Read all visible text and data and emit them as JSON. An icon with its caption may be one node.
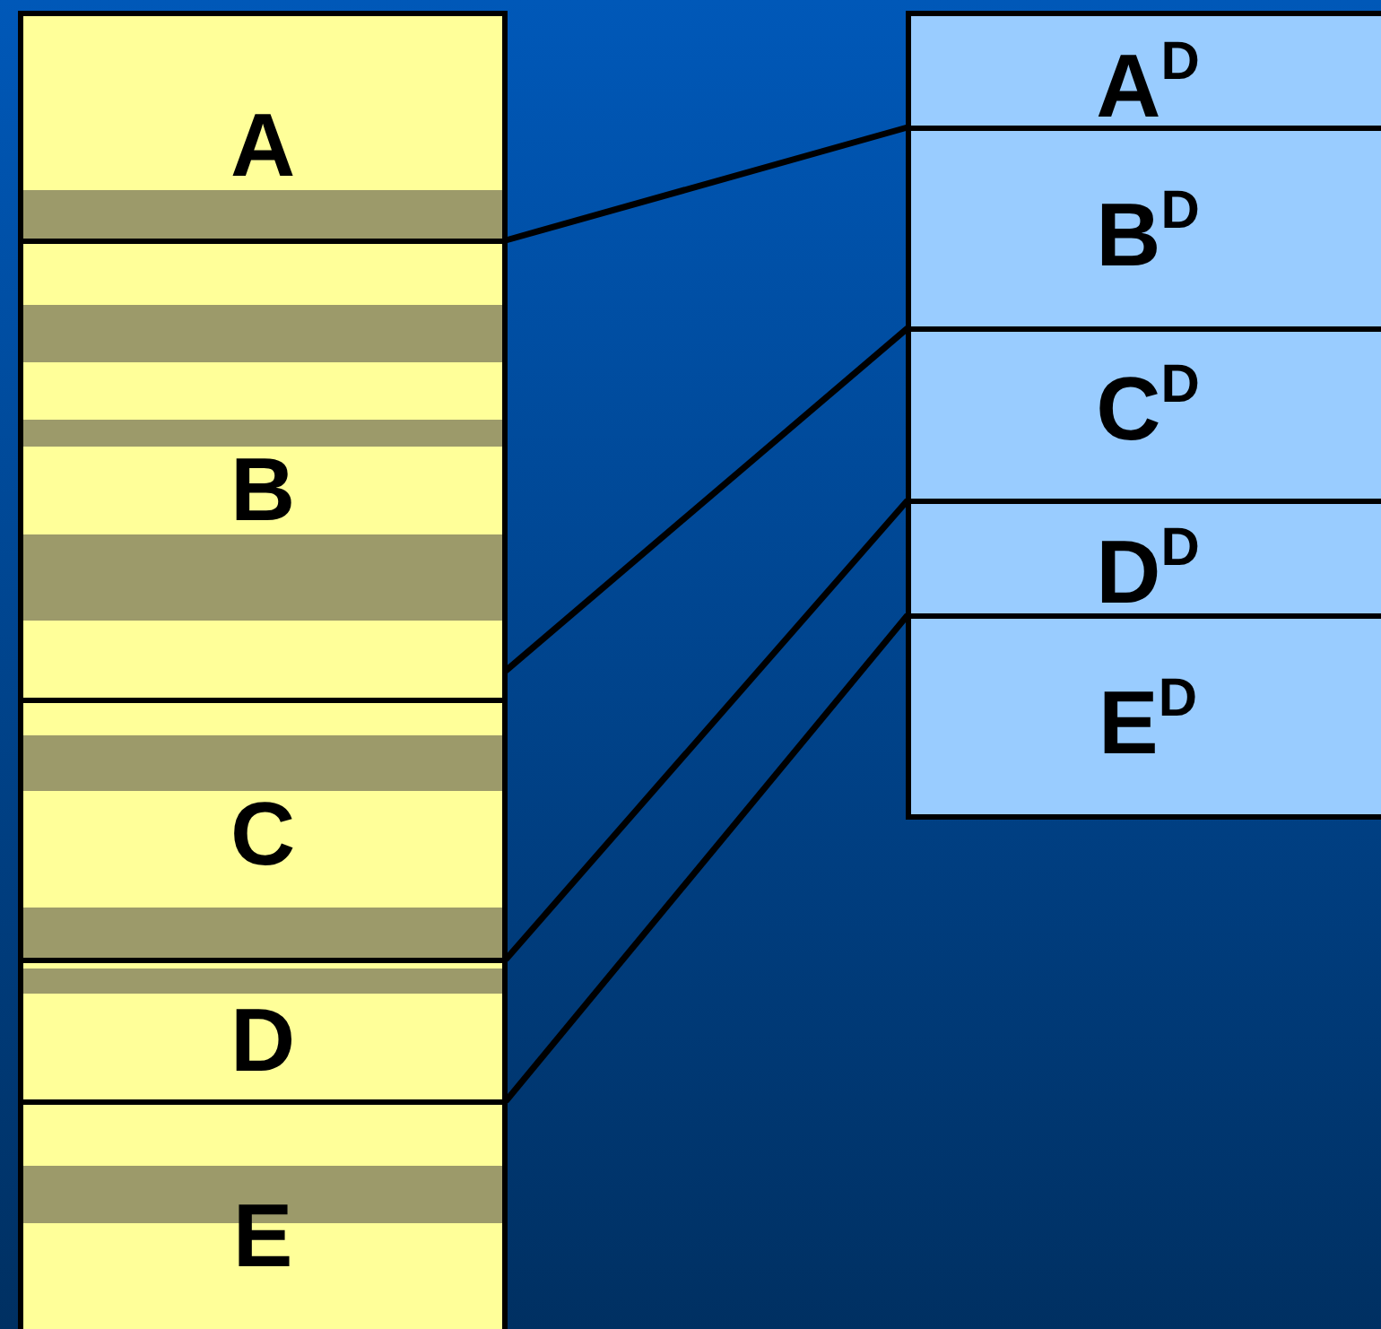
{
  "diagram": {
    "nodes": [
      {
        "text": [
          "A"
        ]
      },
      {
        "text": [
          "B"
        ]
      },
      {
        "text": [
          "C"
        ]
      },
      {
        "text": [
          "D"
        ]
      },
      {
        "text": [
          "E"
        ]
      },
      {
        "text": [
          "A$^{D}$"
        ]
      },
      {
        "text": [
          "B$^{D}$"
        ]
      },
      {
        "text": [
          "C$^{D}$"
        ]
      },
      {
        "text": [
          "D$^{D}$"
        ]
      },
      {
        "text": [
          "E$^{D}$"
        ]
      }
    ],
    "edges": [
      {
        "from": 0,
        "to": 5,
        "arrow": "none"
      },
      {
        "from": 1,
        "to": 6,
        "arrow": "none"
      },
      {
        "from": 2,
        "to": 7,
        "arrow": "none"
      },
      {
        "from": 3,
        "to": 8,
        "arrow": "none"
      }
    ]
  }
}
